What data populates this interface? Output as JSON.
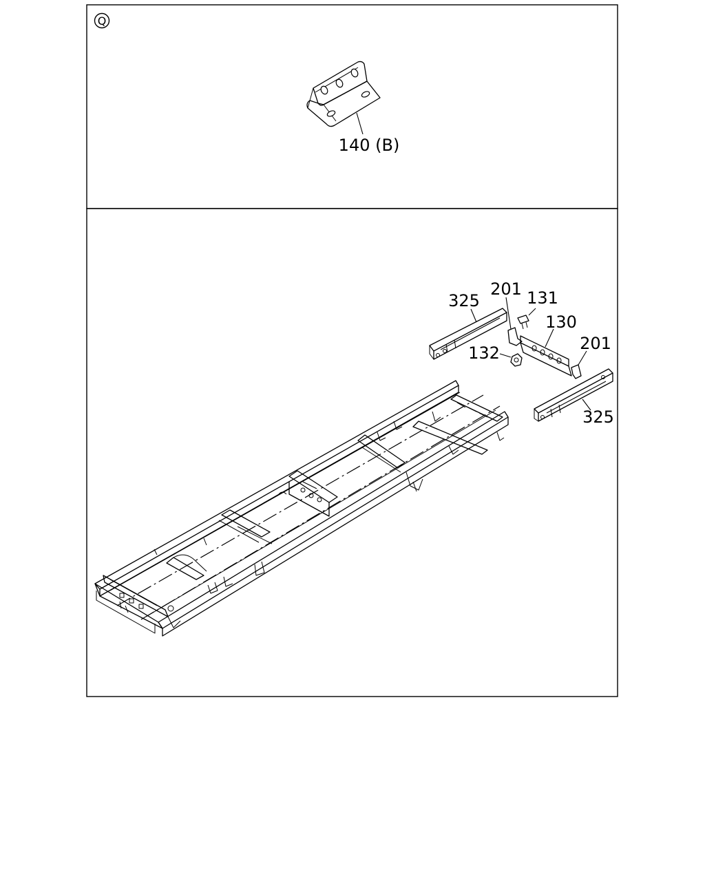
{
  "view_marker": "Q",
  "detail_view": {
    "callout": "140 (B)"
  },
  "main_view": {
    "callouts": {
      "frame_rail_left": "325",
      "frame_rail_right": "325",
      "bracket_left": "201",
      "bracket_right": "201",
      "bolt": "131",
      "crossmember": "130",
      "nut": "132"
    }
  }
}
